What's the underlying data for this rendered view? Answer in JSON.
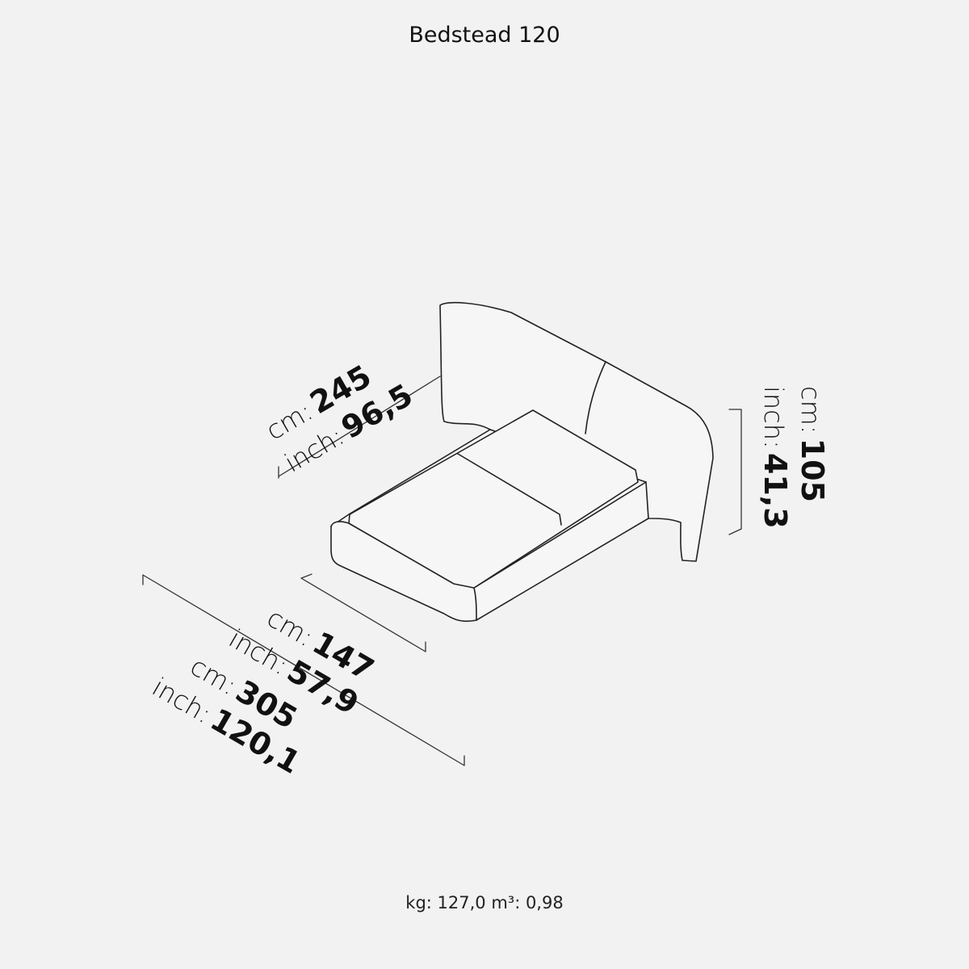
{
  "title": "Bedstead 120",
  "dimensions": {
    "length_overall": {
      "cm_label": "cm:",
      "cm": "245",
      "inch_label": "inch:",
      "inch": "96,5"
    },
    "height": {
      "cm_label": "cm:",
      "cm": "105",
      "inch_label": "inch:",
      "inch": "41,3"
    },
    "width_bed": {
      "cm_label": "cm:",
      "cm": "147",
      "inch_label": "inch:",
      "inch": "57,9"
    },
    "width_overall": {
      "cm_label": "cm:",
      "cm": "305",
      "inch_label": "inch:",
      "inch": "120,1"
    }
  },
  "footer": "kg: 127,0 m³: 0,98"
}
